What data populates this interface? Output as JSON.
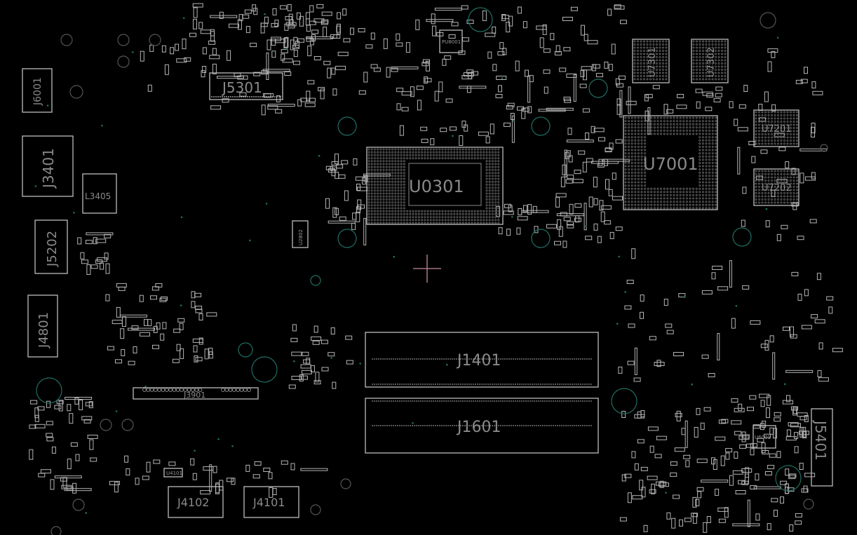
{
  "board": {
    "background": "#000000",
    "outline_color": "#bdbdbd",
    "label_color": "#8a8a8a",
    "via_color": "#1f6f63",
    "cursor_color": "#c48a9a"
  },
  "components": {
    "j6001": "J6001",
    "j5301": "J5301",
    "j3401": "J3401",
    "l3405": "L3405",
    "j5202": "J5202",
    "j4801": "J4801",
    "u0301": "U0301",
    "u7001": "U7001",
    "u7301": "U7301",
    "u7302": "U7302",
    "u7201": "U7201",
    "u7202": "U7202",
    "j1401": "J1401",
    "j1601": "J1601",
    "j3901": "J3901",
    "j4102": "J4102",
    "j4101": "J4101",
    "j5401": "J5401",
    "pu8001": "PU8001",
    "u2802": "U2802",
    "u4101": "U4101",
    "u6001": "U6001"
  }
}
